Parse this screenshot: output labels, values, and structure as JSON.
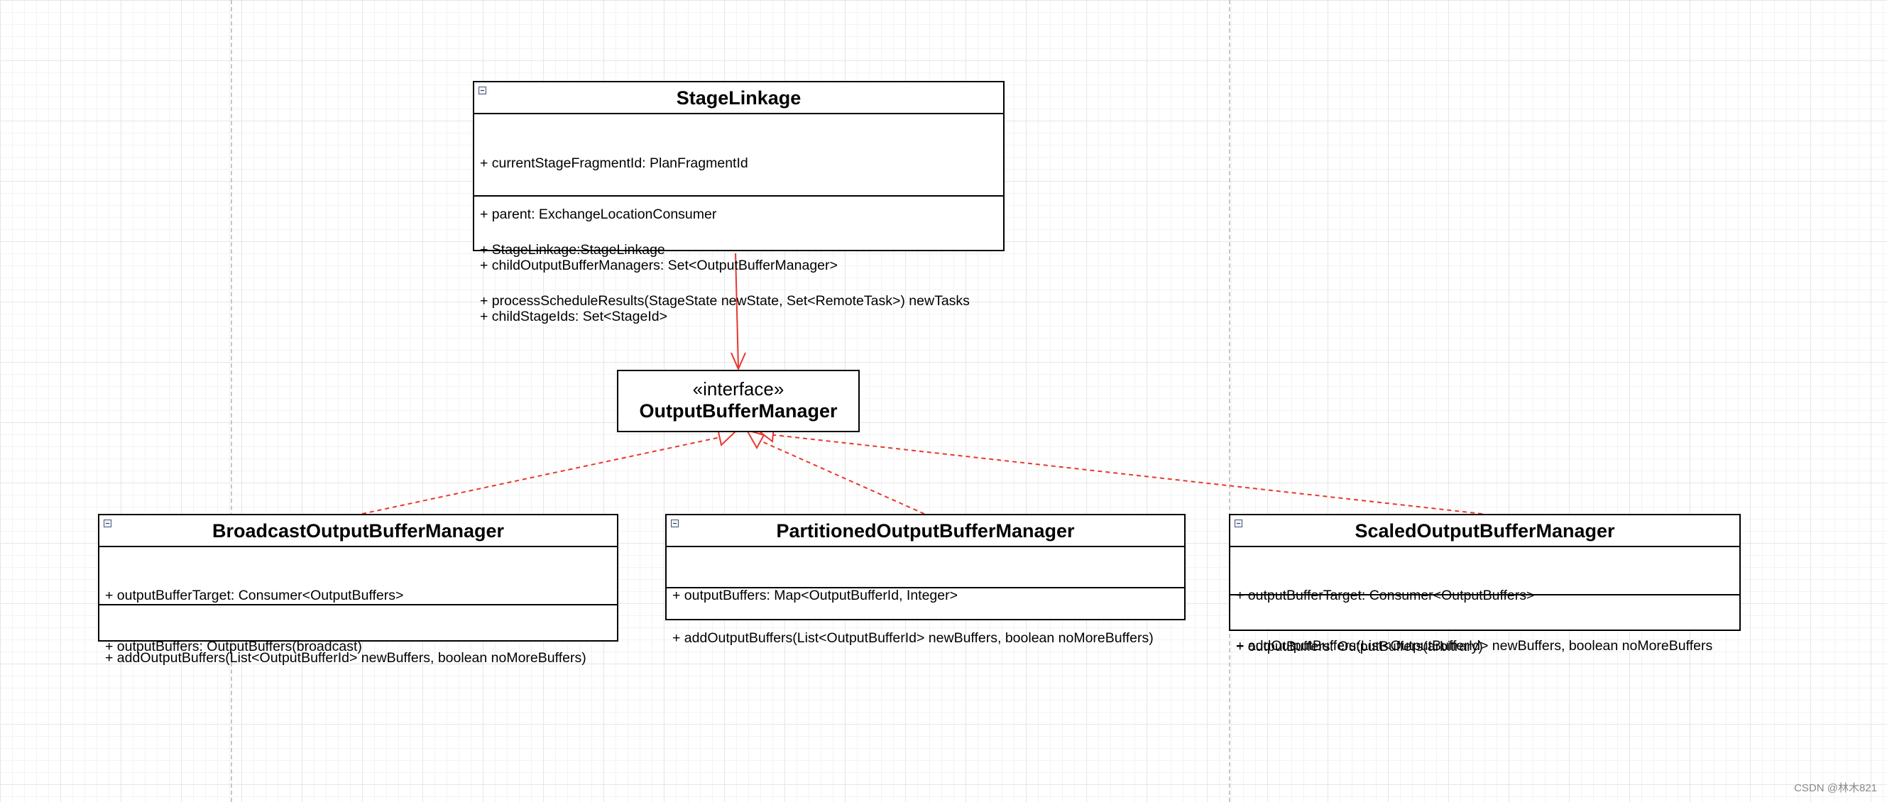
{
  "diagram": {
    "stage_linkage": {
      "name": "StageLinkage",
      "attributes": [
        "+ currentStageFragmentId: PlanFragmentId",
        "+ parent: ExchangeLocationConsumer",
        "+ childOutputBufferManagers: Set<OutputBufferManager>",
        "+ childStageIds: Set<StageId>"
      ],
      "operations": [
        "+ StageLinkage:StageLinkage",
        "+ processScheduleResults(StageState newState, Set<RemoteTask>) newTasks"
      ]
    },
    "interface": {
      "stereotype": "«interface»",
      "name": "OutputBufferManager"
    },
    "broadcast": {
      "name": "BroadcastOutputBufferManager",
      "attributes": [
        "+ outputBufferTarget: Consumer<OutputBuffers>",
        "+ outputBuffers: OutputBuffers(broadcast)"
      ],
      "operations": [
        "+ addOutputBuffers(List<OutputBufferId> newBuffers, boolean noMoreBuffers)"
      ]
    },
    "partitioned": {
      "name": "PartitionedOutputBufferManager",
      "attributes": [
        "+ outputBuffers: Map<OutputBufferId, Integer>"
      ],
      "operations": [
        "+ addOutputBuffers(List<OutputBufferId> newBuffers, boolean noMoreBuffers)"
      ]
    },
    "scaled": {
      "name": "ScaledOutputBufferManager",
      "attributes": [
        "+ outputBufferTarget: Consumer<OutputBuffers>",
        "+ outputBuffers: OutputBuffers(arbitrary)"
      ],
      "operations": [
        "+ addOutputBuffers(List<OutputBufferId> newBuffers, boolean noMoreBuffers"
      ]
    },
    "colors": {
      "connector": "#e8372e",
      "border": "#000000"
    }
  },
  "watermark": "CSDN @林木821"
}
